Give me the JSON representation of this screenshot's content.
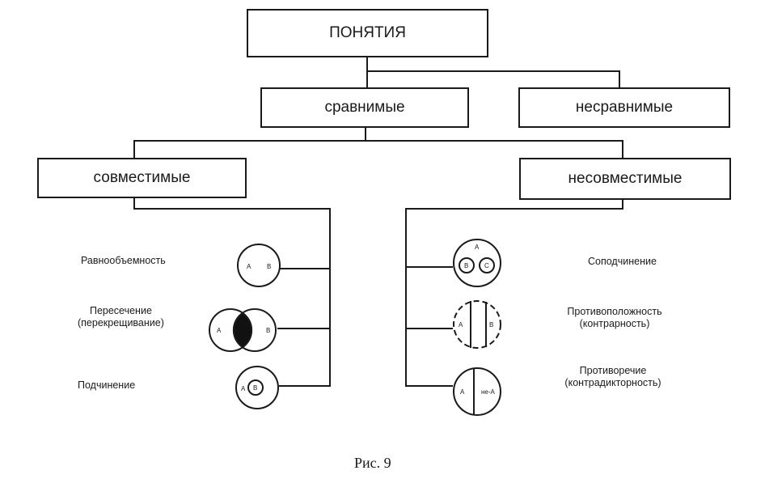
{
  "root": {
    "label": "ПОНЯТИЯ"
  },
  "level1": {
    "comparable": "сравнимые",
    "incomparable": "несравнимые"
  },
  "level2": {
    "compatible": "совместимые",
    "incompatible": "несовместимые"
  },
  "compatible_types": {
    "equivalence": "Равнообъемность",
    "intersection_line1": "Пересечение",
    "intersection_line2": "(перекрещивание)",
    "subordination": "Подчинение"
  },
  "incompatible_types": {
    "cosubordination": "Соподчинение",
    "contrariety_line1": "Противоположность",
    "contrariety_line2": "(контрарность)",
    "contradiction_line1": "Противоречие",
    "contradiction_line2": "(контрадикторность)"
  },
  "circle_letters": {
    "a": "А",
    "b": "В",
    "c": "С",
    "not_a": "не-А"
  },
  "caption": "Рис. 9"
}
